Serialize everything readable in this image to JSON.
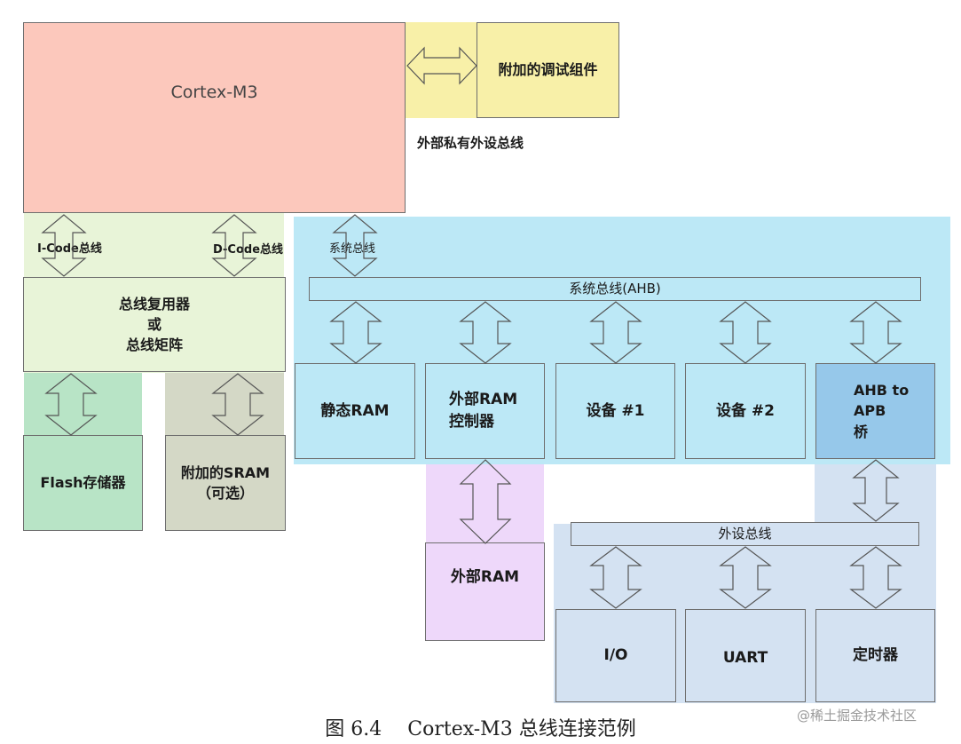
{
  "colors": {
    "cortex": "#fcc8bc",
    "debug": "#f8f0a8",
    "green_region": "#e8f4d8",
    "flash": "#b8e4c6",
    "sram": "#d4d8c6",
    "system_region": "#bce8f6",
    "apb_bridge": "#96c8ea",
    "peripheral_region": "#d4e2f2",
    "ext_ram": "#eed8fa"
  },
  "cortex": {
    "label": "Cortex-M3"
  },
  "debug": {
    "label": "附加的调试组件"
  },
  "ppb_label": "外部私有外设总线",
  "icode_label": "I-Code总线",
  "dcode_label": "D-Code总线",
  "sysbus_label": "系统总线",
  "bus_matrix": {
    "line1": "总线复用器",
    "line2": "或",
    "line3": "总线矩阵"
  },
  "flash": {
    "label": "Flash存储器"
  },
  "sram": {
    "line1": "附加的SRAM",
    "line2": "（可选）"
  },
  "ahb_bar": {
    "label": "系统总线(AHB)"
  },
  "ahb_devices": [
    {
      "label": "静态RAM"
    },
    {
      "label": "外部RAM\n控制器"
    },
    {
      "label": "设备 #1"
    },
    {
      "label": "设备 #2"
    },
    {
      "label": "AHB to\nAPB\n桥"
    }
  ],
  "ext_ram": {
    "label": "外部RAM"
  },
  "apb_bar": {
    "label": "外设总线"
  },
  "apb_devices": [
    {
      "label": "I/O"
    },
    {
      "label": "UART"
    },
    {
      "label": "定时器"
    }
  ],
  "caption": "图 6.4　 Cortex-M3 总线连接范例",
  "watermark": "@稀土掘金技术社区",
  "icons": [
    "double-headed-arrow-icon"
  ]
}
